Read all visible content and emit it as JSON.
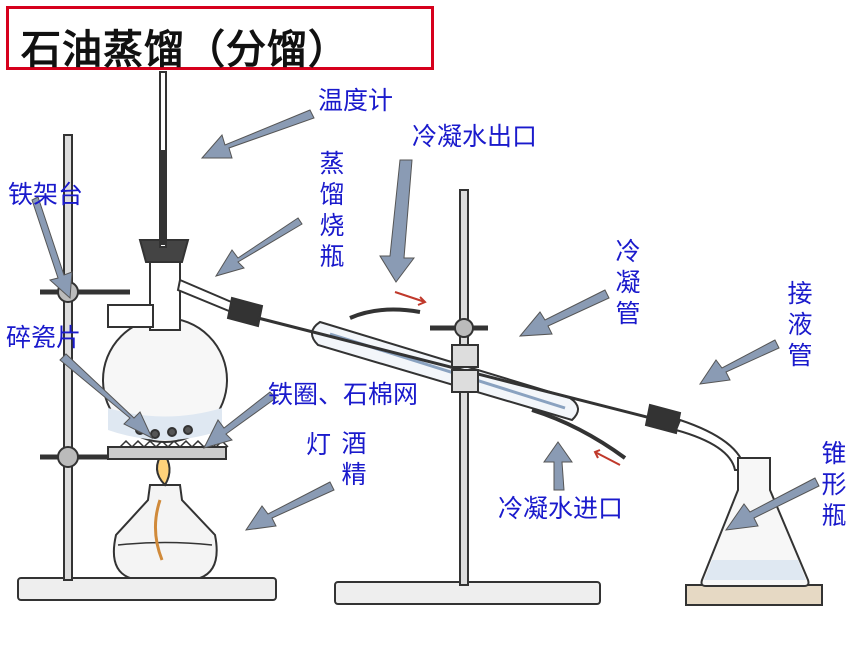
{
  "title": "石油蒸馏（分馏）",
  "labels": {
    "thermometer": "温度计",
    "condenser_water_outlet": "冷凝水出口",
    "iron_stand": "铁架台",
    "distillation_flask": "蒸馏烧瓶",
    "condenser": "冷凝管",
    "adapter": "接液管",
    "boiling_chips": "碎瓷片",
    "iron_ring_gauze": "铁圈、石棉网",
    "alcohol_lamp_1": "灯",
    "alcohol_lamp_2": "酒精",
    "condenser_water_inlet": "冷凝水进口",
    "conical_flask": "锥形瓶"
  },
  "colors": {
    "title_border": "#d6001c",
    "label_text": "#1a1acc",
    "arrow_fill": "#8a9bb4",
    "line_art": "#333333"
  }
}
